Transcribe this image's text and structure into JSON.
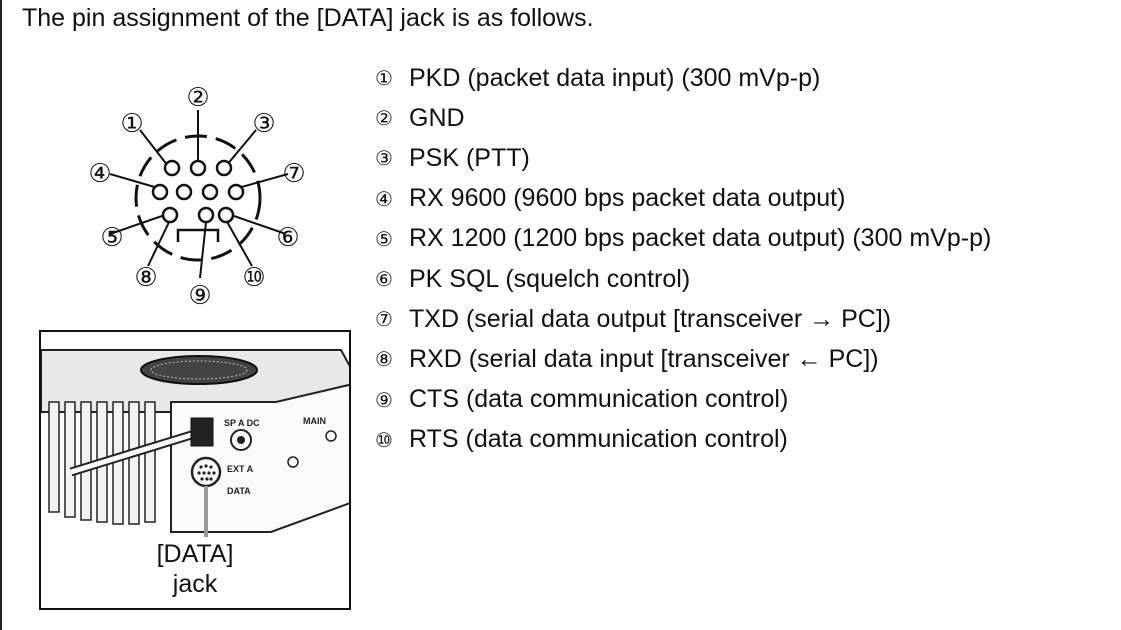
{
  "heading": "The pin assignment of the [DATA] jack is as follows.",
  "connector": {
    "labels": [
      "①",
      "②",
      "③",
      "④",
      "⑤",
      "⑥",
      "⑦",
      "⑧",
      "⑨",
      "⑩"
    ]
  },
  "photo": {
    "label_line1": "[DATA]",
    "label_line2": "jack",
    "panel_text": {
      "sp_b": "SP A DC",
      "ext_a": "EXT A",
      "data": "DATA",
      "side": "MAIN"
    }
  },
  "pins": [
    {
      "num": "①",
      "desc": "PKD (packet data input) (300 mVp-p)"
    },
    {
      "num": "②",
      "desc": "GND"
    },
    {
      "num": "③",
      "desc": "PSK (PTT)"
    },
    {
      "num": "④",
      "desc": "RX 9600 (9600 bps packet data output)"
    },
    {
      "num": "⑤",
      "desc": "RX 1200 (1200 bps packet data output) (300 mVp-p)"
    },
    {
      "num": "⑥",
      "desc": "PK SQL (squelch control)"
    },
    {
      "num": "⑦",
      "desc": "TXD (serial data output [transceiver → PC])"
    },
    {
      "num": "⑧",
      "desc": "RXD (serial data input [transceiver ← PC])"
    },
    {
      "num": "⑨",
      "desc": "CTS (data communication control)"
    },
    {
      "num": "⑩",
      "desc": "RTS (data communication control)"
    }
  ]
}
